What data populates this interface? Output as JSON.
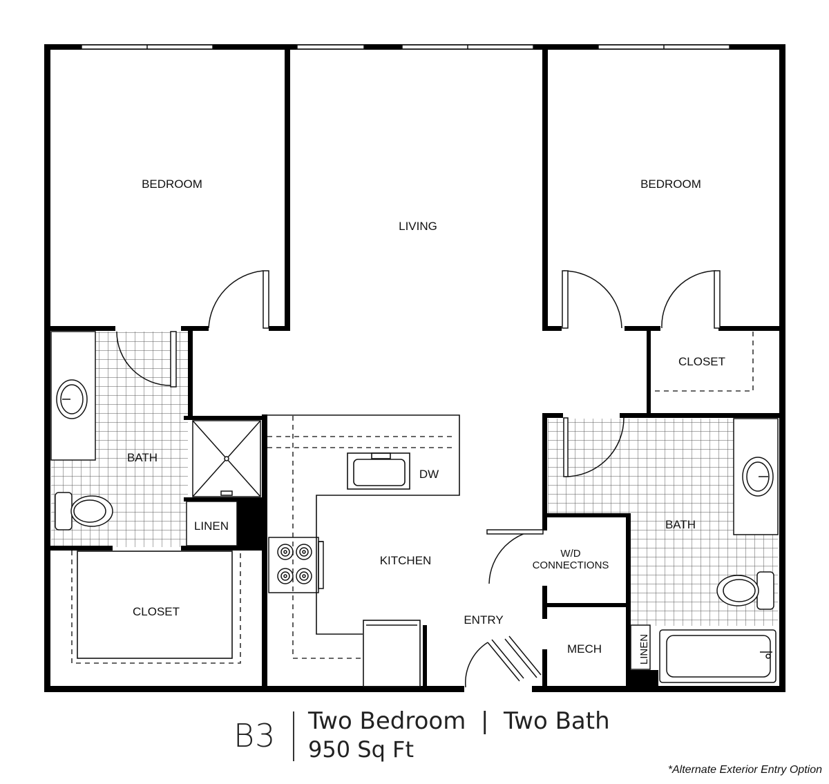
{
  "rooms": {
    "bedroom_left": "BEDROOM",
    "living": "LIVING",
    "bedroom_right": "BEDROOM",
    "closet_right": "CLOSET",
    "bath_left": "BATH",
    "dw": "DW",
    "linen_left": "LINEN",
    "kitchen": "KITCHEN",
    "wd_line1": "W/D",
    "wd_line2": "CONNECTIONS",
    "bath_right": "BATH",
    "closet_left": "CLOSET",
    "entry": "ENTRY",
    "mech": "MECH",
    "linen_right": "LINEN"
  },
  "footer": {
    "code": "B3",
    "line1": "Two Bedroom  |  Two Bath",
    "line2": "950 Sq Ft",
    "note": "*Alternate Exterior Entry Option"
  }
}
